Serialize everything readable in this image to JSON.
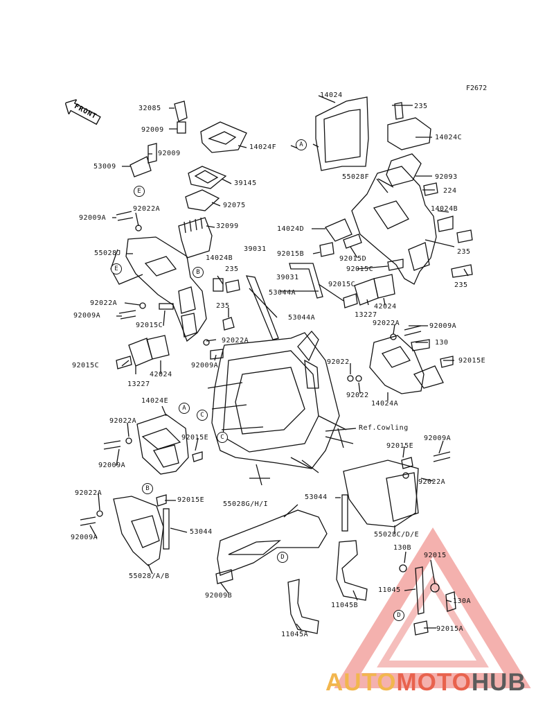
{
  "figure_code": "F2672",
  "front_label": "FRONT",
  "callouts": {
    "A": "A",
    "B": "B",
    "C": "C",
    "D": "D",
    "E": "E"
  },
  "parts": {
    "p32085": "32085",
    "p92009_a1": "92009",
    "p92009_a2": "92009",
    "p53009": "53009",
    "p14024F": "14024F",
    "p39145": "39145",
    "p92075": "92075",
    "p32099": "32099",
    "p92009A_1": "92009A",
    "p92022A_1": "92022A",
    "p55028J": "55028J",
    "p14024B_1": "14024B",
    "p235_1": "235",
    "p39031_1": "39031",
    "p39031_2": "39031",
    "p92022A_2": "92022A",
    "p92009A_2": "92009A",
    "p92015C_1": "92015C",
    "p235_2": "235",
    "p53044A_1": "53044A",
    "p53044A_2": "53044A",
    "p92022A_3": "92022A",
    "p92015C_2": "92015C",
    "p42024_1": "42024",
    "p13227_1": "13227",
    "p92009A_3": "92009A",
    "p14024": "14024",
    "p235_3": "235",
    "p14024C": "14024C",
    "p55028F": "55028F",
    "p92093": "92093",
    "p224": "224",
    "p14024B_2": "14024B",
    "p14024D": "14024D",
    "p92015B": "92015B",
    "p92015D": "92015D",
    "p235_4": "235",
    "p92015C_3": "92015C",
    "p235_5": "235",
    "p92015C_4": "92015C",
    "p42024_2": "42024",
    "p13227_2": "13227",
    "p92022A_4": "92022A",
    "p92009A_4": "92009A",
    "p130": "130",
    "p92022_1": "92022",
    "p92015E_1": "92015E",
    "p92022_2": "92022",
    "p14024A": "14024A",
    "p14024E": "14024E",
    "p92022A_5": "92022A",
    "p92015E_2": "92015E",
    "p92009A_5": "92009A",
    "ref_cowling": "Ref.Cowling",
    "p92015E_3": "92015E",
    "p92009A_6": "92009A",
    "p92022A_6": "92022A",
    "p92022A_7": "92022A",
    "p92015E_4": "92015E",
    "p53044_1": "53044",
    "p55028GHI": "55028G/H/I",
    "p53044_2": "53044",
    "p92009A_7": "92009A",
    "p55028CDE": "55028C/D/E",
    "p55028AB": "55028/A/B",
    "p130B": "130B",
    "p92015": "92015",
    "p92009B": "92009B",
    "p11045_1": "11045",
    "p11045B": "11045B",
    "p130A": "130A",
    "p11045A": "11045A",
    "p92015A": "92015A"
  },
  "watermark": {
    "part1": "AUTO",
    "part2": "MOTO",
    "part3": "HUB"
  },
  "colors": {
    "line": "#111111",
    "watermark_orange": "#f2b64e",
    "watermark_red": "#e8624d",
    "watermark_gray": "#5b5b5b"
  }
}
